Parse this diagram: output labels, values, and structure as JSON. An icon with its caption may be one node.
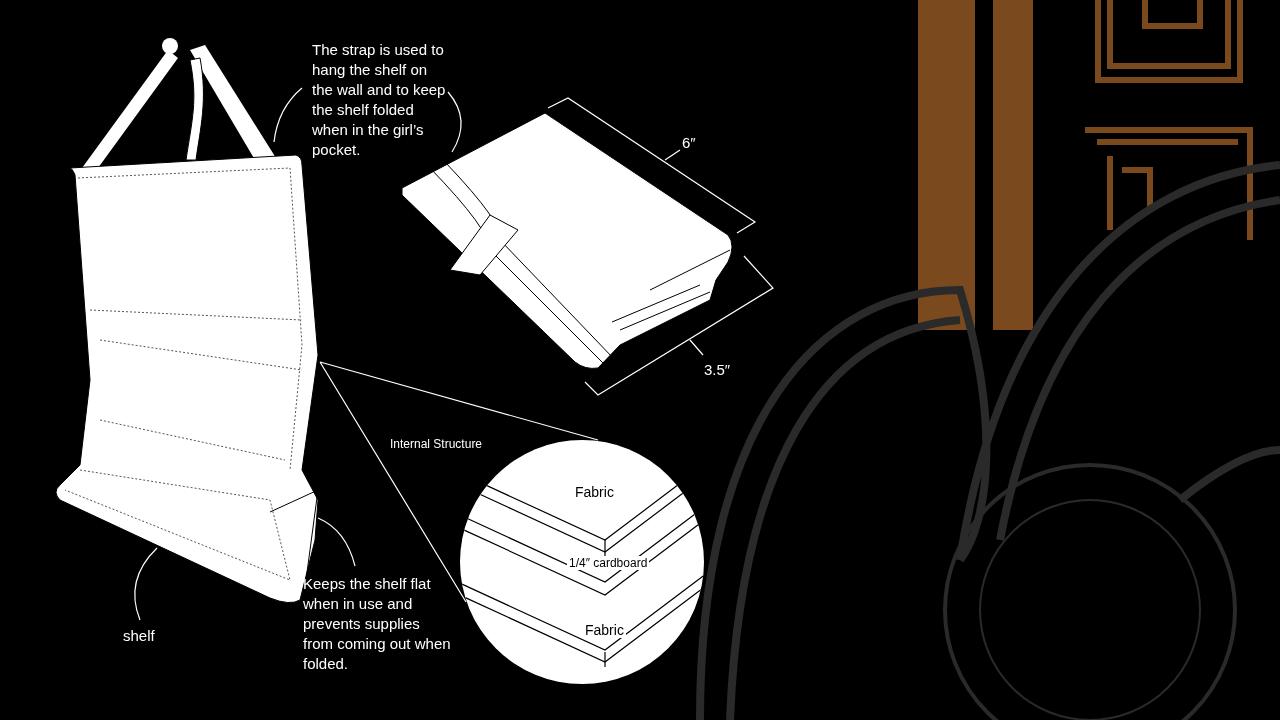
{
  "diagram": {
    "nodes": [
      {
        "text": [],
        "shape": "picture"
      },
      {
        "text": [],
        "shape": "picture"
      },
      {
        "text": [
          "The strap is used to hang the shelf on the wall and to keep the shelf folded when in the girl’s pocket."
        ]
      },
      {
        "text": [
          "shelf"
        ]
      },
      {
        "text": [
          "Keeps the shelf flat when in use and prevents supplies from coming out when folded."
        ]
      },
      {
        "text": [
          "Internal Structure",
          "Fabric",
          "1/4″ cardboard",
          "Fabric"
        ]
      }
    ],
    "edges": [
      {
        "from": 2,
        "to": 0,
        "arrow": "none"
      },
      {
        "from": 2,
        "to": 1,
        "arrow": "none"
      },
      {
        "from": 3,
        "to": 0,
        "arrow": "none"
      },
      {
        "from": 4,
        "to": 0,
        "arrow": "none"
      },
      {
        "from": 0,
        "to": 5,
        "arrow": "none"
      }
    ],
    "labels": [
      "6″",
      "3.5″"
    ]
  }
}
